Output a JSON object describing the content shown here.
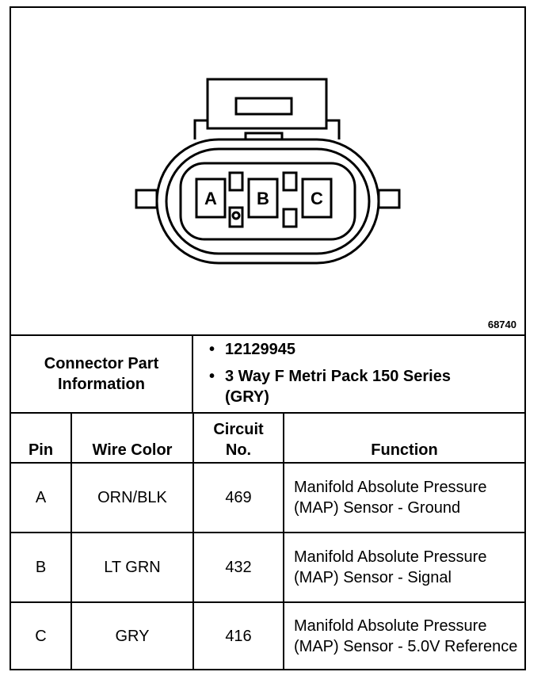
{
  "figure": {
    "id": "68740",
    "pins": [
      "A",
      "B",
      "C"
    ]
  },
  "connector_info": {
    "label": "Connector Part Information",
    "part_number": "12129945",
    "description": "3 Way F Metri Pack 150 Series (GRY)"
  },
  "table": {
    "headers": {
      "pin": "Pin",
      "wire_color": "Wire Color",
      "circuit": "Circuit No.",
      "function": "Function"
    },
    "rows": [
      {
        "pin": "A",
        "wire_color": "ORN/BLK",
        "circuit": "469",
        "function": "Manifold Absolute Pressure (MAP) Sensor - Ground"
      },
      {
        "pin": "B",
        "wire_color": "LT GRN",
        "circuit": "432",
        "function": "Manifold Absolute Pressure (MAP) Sensor - Signal"
      },
      {
        "pin": "C",
        "wire_color": "GRY",
        "circuit": "416",
        "function": "Manifold Absolute Pressure (MAP) Sensor - 5.0V Reference"
      }
    ]
  }
}
